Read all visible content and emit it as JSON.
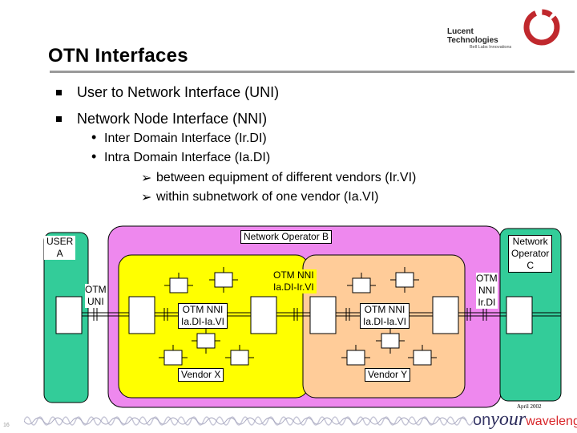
{
  "header": {
    "company": "Lucent Technologies",
    "tagline": "Bell Labs Innovations"
  },
  "slide": {
    "title": "OTN Interfaces",
    "bullets": [
      {
        "text": "User to Network Interface (UNI)"
      },
      {
        "text": "Network Node Interface (NNI)"
      }
    ],
    "sub_bullets": [
      {
        "text": "Inter Domain Interface (Ir.DI)"
      },
      {
        "text": "Intra Domain Interface (Ia.DI)"
      }
    ],
    "sub_sub_bullets": [
      {
        "text": "between equipment of different vendors (Ir.VI)"
      },
      {
        "text": "within subnetwork of one vendor (Ia.VI)"
      }
    ]
  },
  "diagram": {
    "user_a": "USER\nA",
    "operator_b": "Network Operator B",
    "operator_c": "Network\nOperator\nC",
    "otm_uni": "OTM\nUNI",
    "otm_nni_ia_ir": "OTM NNI\nIa.DI-Ir.VI",
    "otm_nni_x": "OTM NNI\nIa.DI-Ia.VI",
    "otm_nni_y": "OTM NNI\nIa.DI-Ia.VI",
    "otm_nni_ir": "OTM\nNNI\nIr.DI",
    "vendor_x": "Vendor X",
    "vendor_y": "Vendor Y",
    "colors": {
      "user_a": "#33cc99",
      "operator_b": "#ee88ee",
      "operator_c": "#33cc99",
      "vendor_x": "#ffff00",
      "vendor_y": "#ffcc99"
    }
  },
  "footer": {
    "date": "April 2002",
    "page": "16",
    "brand_on": "on",
    "brand_your": "your",
    "brand_wavelength": "wavelength"
  }
}
